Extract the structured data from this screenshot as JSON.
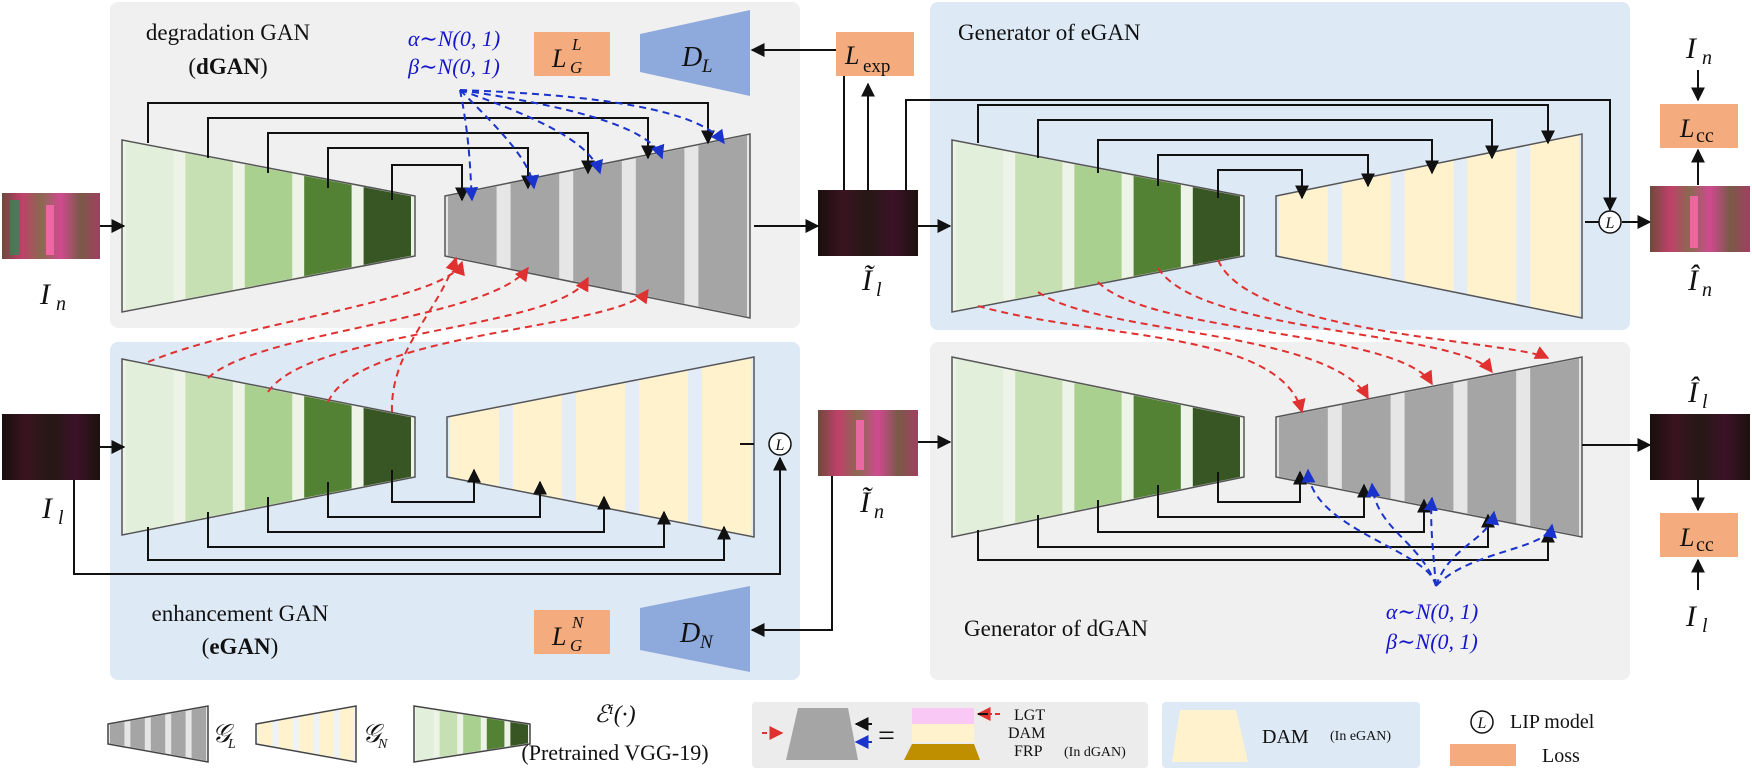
{
  "colors": {
    "gray_panel": "#f0f0f0",
    "blue_panel": "#dde9f5",
    "loss_box": "#f4ab7d",
    "discriminator": "#8ea9db",
    "decoder_gray": "#a5a5a5",
    "decoder_cream": "#fff2cc",
    "pink_lgt": "#f9c8f4",
    "frp_gold": "#bf8f00",
    "red_arrow": "#e03030",
    "blue_arrow": "#1a33cc",
    "vgg_greens": [
      "#e2efda",
      "#c6e0b4",
      "#a9d08e",
      "#548235",
      "#375623"
    ]
  },
  "panels": {
    "dgan": {
      "title": "degradation GAN",
      "short": "dGAN"
    },
    "egan": {
      "title": "enhancement GAN",
      "short": "eGAN"
    },
    "gen_egan": {
      "title": "Generator of eGAN"
    },
    "gen_dgan": {
      "title": "Generator of dGAN"
    }
  },
  "noise": {
    "alpha": "α∼N(0, 1)",
    "beta": "β∼N(0, 1)"
  },
  "losses": {
    "LGL": {
      "main": "L",
      "sub": "G",
      "sup": "L"
    },
    "LGN": {
      "main": "L",
      "sub": "G",
      "sup": "N"
    },
    "Lexp": {
      "main": "L",
      "sub": "exp"
    },
    "Lcc_top": {
      "main": "L",
      "sub": "cc"
    },
    "Lcc_bottom": {
      "main": "L",
      "sub": "cc"
    }
  },
  "discriminators": {
    "DL": {
      "main": "D",
      "sub": "L"
    },
    "DN": {
      "main": "D",
      "sub": "N"
    }
  },
  "images": {
    "In": {
      "main": "I",
      "sub": "n"
    },
    "Il": {
      "main": "I",
      "sub": "l"
    },
    "Il_tilde": {
      "main": "Ĩ",
      "sub": "l"
    },
    "In_tilde": {
      "main": "Ĩ",
      "sub": "n"
    },
    "In_hat": {
      "main": "Î",
      "sub": "n"
    },
    "Il_hat": {
      "main": "Î",
      "sub": "l"
    },
    "In_top": {
      "main": "I",
      "sub": "n"
    },
    "Il_bottom": {
      "main": "I",
      "sub": "l"
    }
  },
  "lip_symbol": "L",
  "legend": {
    "gL": {
      "main": "𝒢",
      "sub": "L"
    },
    "gN": {
      "main": "𝒢",
      "sub": "N"
    },
    "encoder_fn": "ℰⁱ(·)",
    "encoder_note": "(Pretrained VGG-19)",
    "equals": "=",
    "lgt": "LGT",
    "dam": "DAM",
    "frp": "FRP",
    "in_dgan": "(In dGAN)",
    "dam2": "DAM",
    "in_egan": "(In eGAN)",
    "lip_label": "LIP model",
    "loss_label": "Loss"
  }
}
